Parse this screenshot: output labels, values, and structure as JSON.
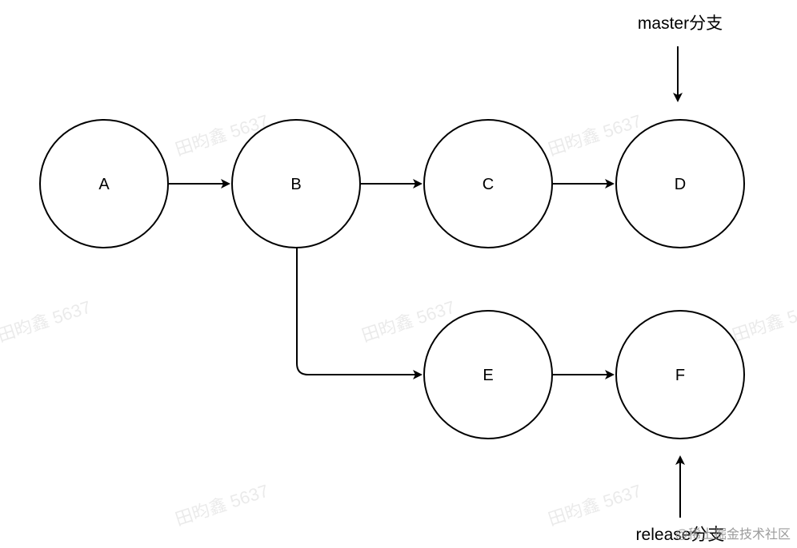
{
  "nodes": [
    {
      "id": "A",
      "label": "A"
    },
    {
      "id": "B",
      "label": "B"
    },
    {
      "id": "C",
      "label": "C"
    },
    {
      "id": "D",
      "label": "D"
    },
    {
      "id": "E",
      "label": "E"
    },
    {
      "id": "F",
      "label": "F"
    }
  ],
  "edges": [
    {
      "from": "A",
      "to": "B"
    },
    {
      "from": "B",
      "to": "C"
    },
    {
      "from": "C",
      "to": "D"
    },
    {
      "from": "B",
      "to": "E"
    },
    {
      "from": "E",
      "to": "F"
    }
  ],
  "pointers": {
    "master": {
      "label": "master分支",
      "target": "D"
    },
    "release": {
      "label": "release分支",
      "target": "F"
    }
  },
  "watermark": {
    "text": "田昀鑫 5637"
  },
  "footer": {
    "credit": "@稀土掘金技术社区"
  }
}
